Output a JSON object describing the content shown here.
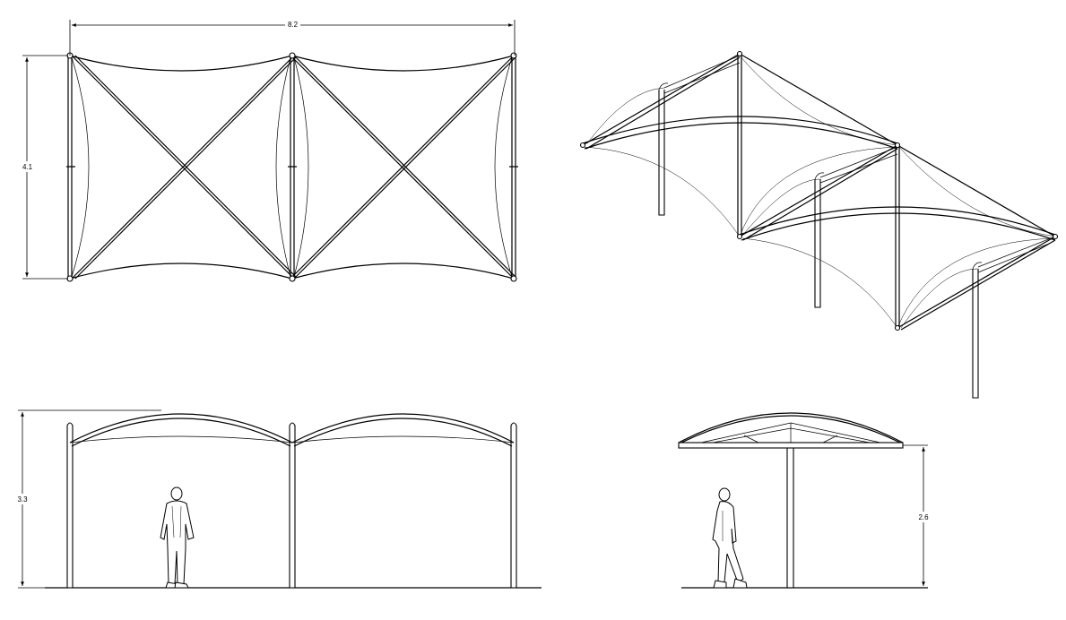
{
  "dimensions": {
    "plan_width": "8.2",
    "plan_depth": "4.1",
    "front_height": "3.3",
    "side_clearance": "2.6"
  }
}
